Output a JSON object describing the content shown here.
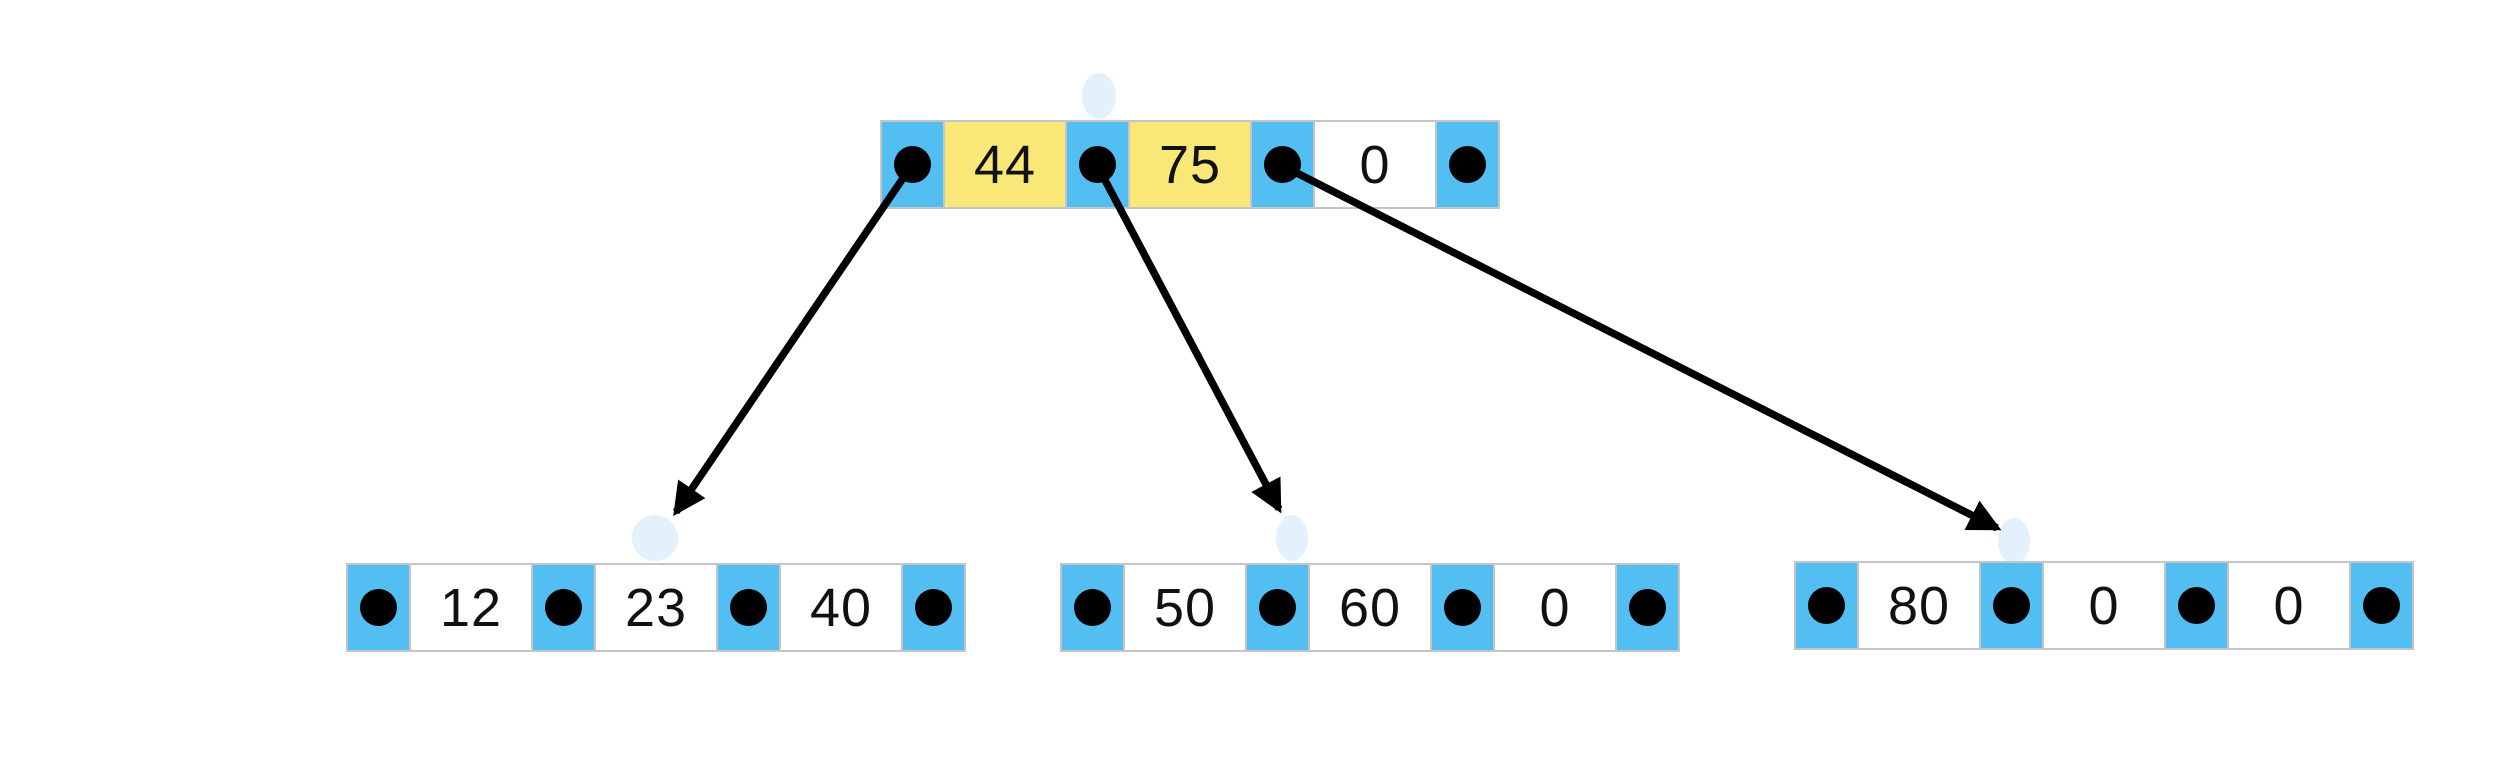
{
  "diagram": {
    "type": "b-tree",
    "colors": {
      "pointer_cell": "#53BEF1",
      "key_highlight": "#F9E878",
      "key_plain": "#FFFFFF",
      "cell_border": "#C5C5C5",
      "pointer_dot": "#000000",
      "edge_arrow": "#000000",
      "ripple_indicator": "#E3F1FC",
      "key_text": "#111111"
    }
  },
  "nodes": [
    {
      "id": "root",
      "keys": [
        {
          "value": "44",
          "bg": "#F9E878"
        },
        {
          "value": "75",
          "bg": "#F9E878"
        },
        {
          "value": "0",
          "bg": "#FFFFFF"
        }
      ]
    },
    {
      "id": "child-0",
      "keys": [
        {
          "value": "12",
          "bg": "#FFFFFF"
        },
        {
          "value": "23",
          "bg": "#FFFFFF"
        },
        {
          "value": "40",
          "bg": "#FFFFFF"
        }
      ]
    },
    {
      "id": "child-1",
      "keys": [
        {
          "value": "50",
          "bg": "#FFFFFF"
        },
        {
          "value": "60",
          "bg": "#FFFFFF"
        },
        {
          "value": "0",
          "bg": "#FFFFFF"
        }
      ]
    },
    {
      "id": "child-2",
      "keys": [
        {
          "value": "80",
          "bg": "#FFFFFF"
        },
        {
          "value": "0",
          "bg": "#FFFFFF"
        },
        {
          "value": "0",
          "bg": "#FFFFFF"
        }
      ]
    }
  ]
}
